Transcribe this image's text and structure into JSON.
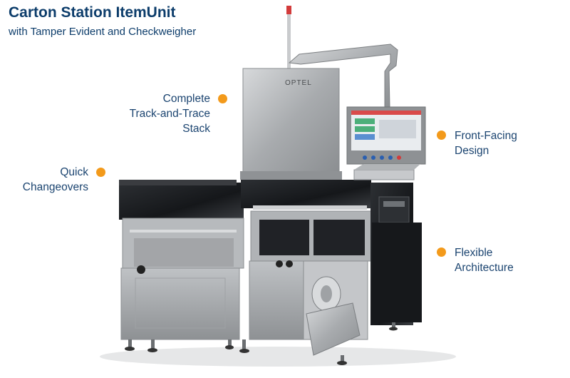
{
  "header": {
    "title": "Carton Station ItemUnit",
    "subtitle": "with Tamper Evident and Checkweigher"
  },
  "machine": {
    "brand_label": "OPTEL"
  },
  "callouts": [
    {
      "lines": [
        "Complete",
        "Track-and-Trace",
        "Stack"
      ]
    },
    {
      "lines": [
        "Quick",
        "Changeovers"
      ]
    },
    {
      "lines": [
        "Front-Facing",
        "Design"
      ]
    },
    {
      "lines": [
        "Flexible",
        "Architecture"
      ]
    }
  ],
  "colors": {
    "title": "#0d3d6b",
    "callout_text": "#1b4470",
    "callout_dot": "#f39a1b",
    "machine_steel": "#a8abae",
    "machine_black": "#1a1c1f"
  }
}
